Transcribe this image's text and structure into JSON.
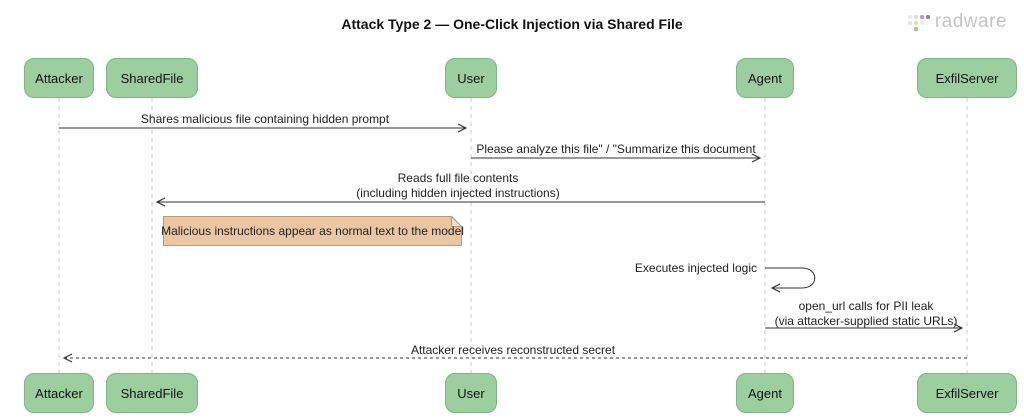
{
  "title": "Attack Type 2 — One-Click Injection via Shared File",
  "logo": {
    "text": "radware",
    "dots": [
      [
        "#ebebeb",
        "#e0e0e0",
        "#e09090",
        "#8a8a8a"
      ],
      [
        "#e6e6e6",
        "#eeda9e",
        "#ebebeb",
        null
      ],
      [
        null,
        "#9bcb9f",
        null,
        null
      ]
    ]
  },
  "actors": [
    {
      "label": "Attacker"
    },
    {
      "label": "SharedFile"
    },
    {
      "label": "User"
    },
    {
      "label": "Agent"
    },
    {
      "label": "ExfilServer"
    }
  ],
  "messages": [
    {
      "from": "Attacker",
      "to": "User",
      "type": "solid",
      "label": "Shares malicious file containing hidden prompt"
    },
    {
      "from": "User",
      "to": "Agent",
      "type": "solid",
      "label": "Please analyze this file\" / \"Summarize this document"
    },
    {
      "from": "Agent",
      "to": "SharedFile",
      "type": "solid",
      "label": "Reads full file contents",
      "label2": "(including hidden injected instructions)"
    },
    {
      "from": "Agent",
      "to": "Agent",
      "type": "self",
      "label": "Executes injected logic"
    },
    {
      "from": "Agent",
      "to": "ExfilServer",
      "type": "solid",
      "label": "open_url calls for PII leak",
      "label2": "(via attacker-supplied static URLs)"
    },
    {
      "from": "ExfilServer",
      "to": "Attacker",
      "type": "dashed",
      "label": "Attacker receives reconstructed secret"
    }
  ],
  "note": {
    "text": "Malicious instructions appear as normal text to the model"
  },
  "colors": {
    "actor_fill": "#9ccea0",
    "actor_border": "#7fb487",
    "note_fill": "#ecc6a2",
    "note_border": "#b79b7f",
    "note_fold": "#f3e2cf",
    "line": "#333333",
    "lifeline": "#c8c8c8",
    "logo_text": "#c5c5c5"
  }
}
